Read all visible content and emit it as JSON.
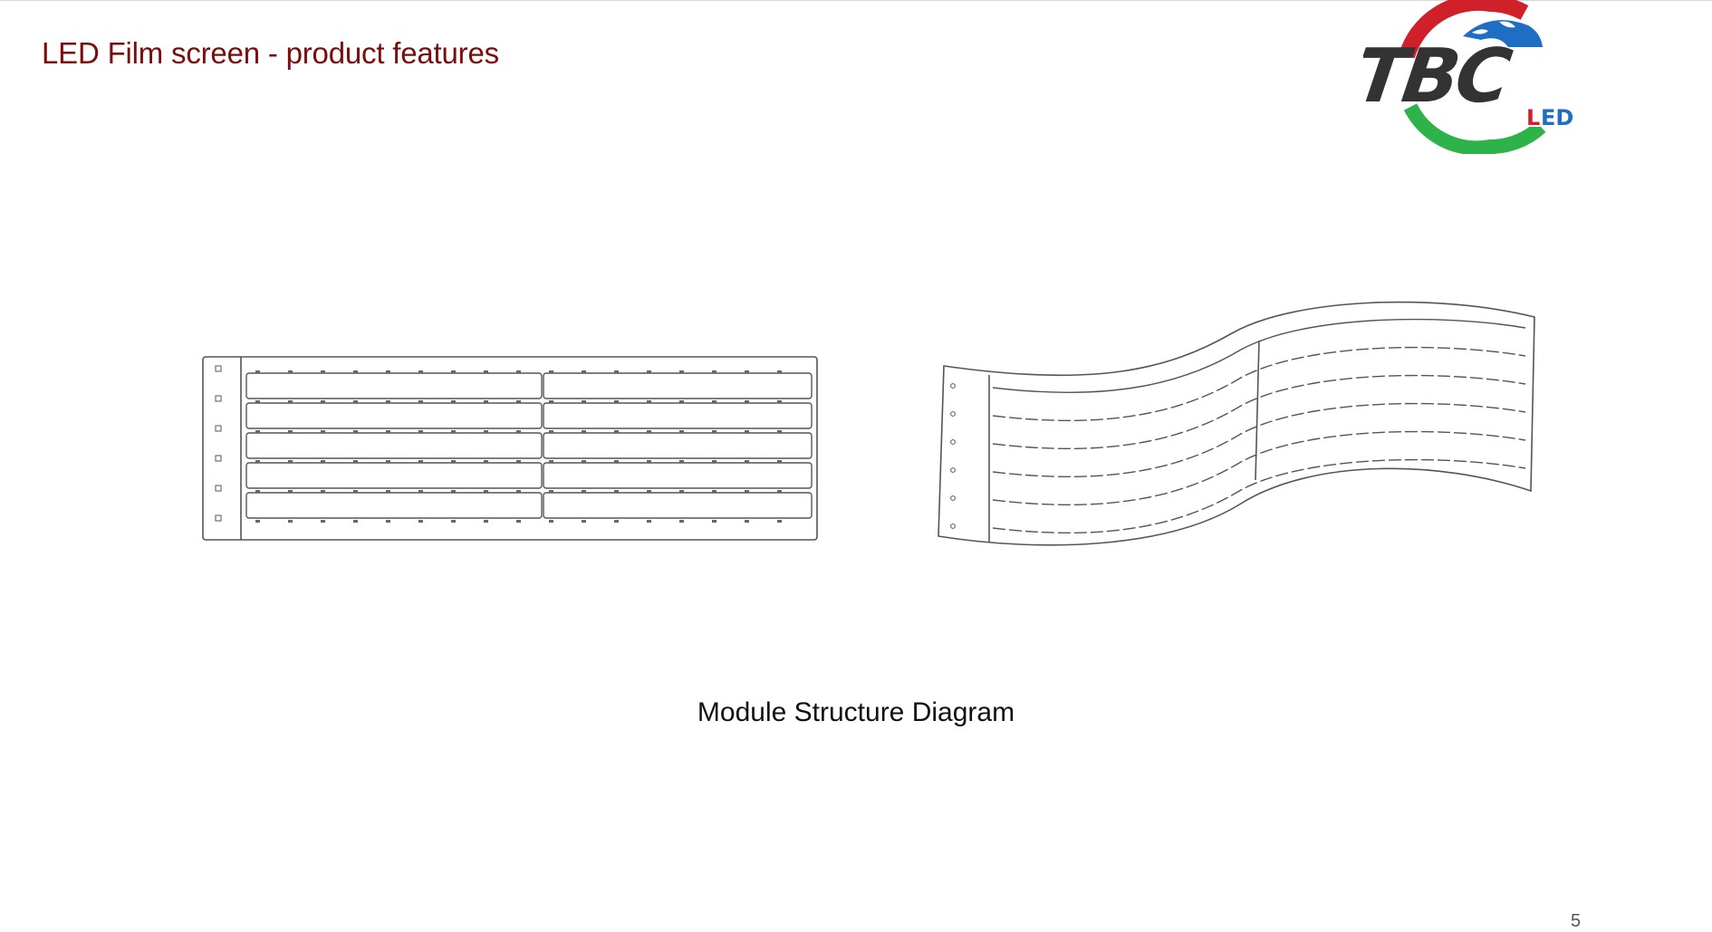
{
  "slide": {
    "title": "LED Film screen - product features",
    "caption": "Module Structure Diagram",
    "page_number": "5"
  },
  "logo": {
    "wordmark": "TBC",
    "sub_mark": "LED",
    "colors": {
      "red": "#d0202a",
      "blue": "#1e6fc4",
      "green": "#2db34a",
      "dark": "#333333"
    }
  },
  "colors": {
    "title": "#7a0d0d",
    "line_drawing": "#555555"
  }
}
